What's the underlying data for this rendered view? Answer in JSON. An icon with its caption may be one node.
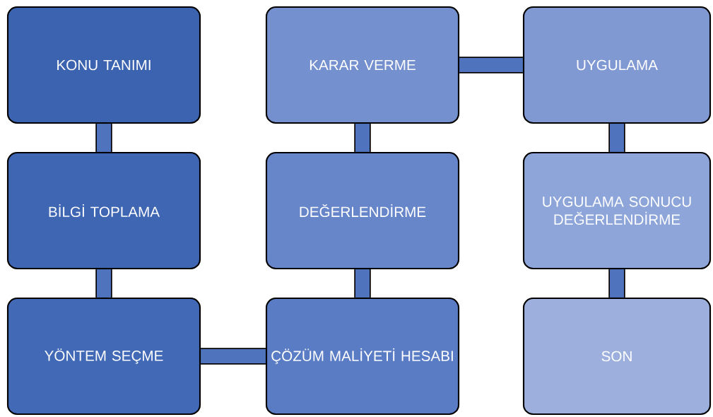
{
  "diagram": {
    "nodes": [
      {
        "text": [
          "KONU TANIMI"
        ]
      },
      {
        "text": [
          "BİLGİ TOPLAMA"
        ]
      },
      {
        "text": [
          "YÖNTEM SEÇME"
        ]
      },
      {
        "text": [
          "ÇÖZÜM MALİYETİ HESABI"
        ]
      },
      {
        "text": [
          "DEĞERLENDİRME"
        ]
      },
      {
        "text": [
          "KARAR VERME"
        ]
      },
      {
        "text": [
          "UYGULAMA"
        ]
      },
      {
        "text": [
          "UYGULAMA SONUCU DEĞERLENDİRME"
        ]
      },
      {
        "text": [
          "SON"
        ]
      }
    ],
    "edges": [
      {
        "from": 0,
        "to": 1,
        "arrow": "none"
      },
      {
        "from": 1,
        "to": 2,
        "arrow": "none"
      },
      {
        "from": 2,
        "to": 3,
        "arrow": "none"
      },
      {
        "from": 3,
        "to": 4,
        "arrow": "none"
      },
      {
        "from": 4,
        "to": 5,
        "arrow": "none"
      },
      {
        "from": 5,
        "to": 6,
        "arrow": "none"
      },
      {
        "from": 6,
        "to": 7,
        "arrow": "none"
      },
      {
        "from": 7,
        "to": 8,
        "arrow": "none"
      }
    ]
  }
}
